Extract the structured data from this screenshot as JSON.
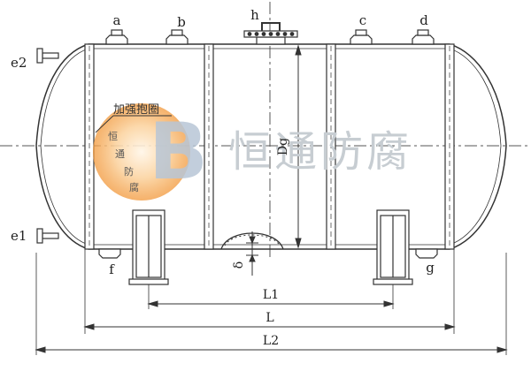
{
  "labels": {
    "a": "a",
    "b": "b",
    "h": "h",
    "c": "c",
    "d": "d",
    "e2": "e2",
    "e1": "e1",
    "f": "f",
    "g": "g",
    "dg": "Dg",
    "delta": "δ",
    "l1": "L1",
    "l": "L",
    "l2": "L2"
  },
  "callout": {
    "text": "加强抱圈"
  },
  "watermark": {
    "text": "恒通防腐",
    "logo_chars": [
      "恒",
      "通",
      "防",
      "腐"
    ],
    "logo_letter": "B"
  },
  "colors": {
    "line": "#333333",
    "watermark_text": "#c7cdd2",
    "logo_glow": "#f4a24a",
    "logo_letter": "#b8c6d6"
  }
}
